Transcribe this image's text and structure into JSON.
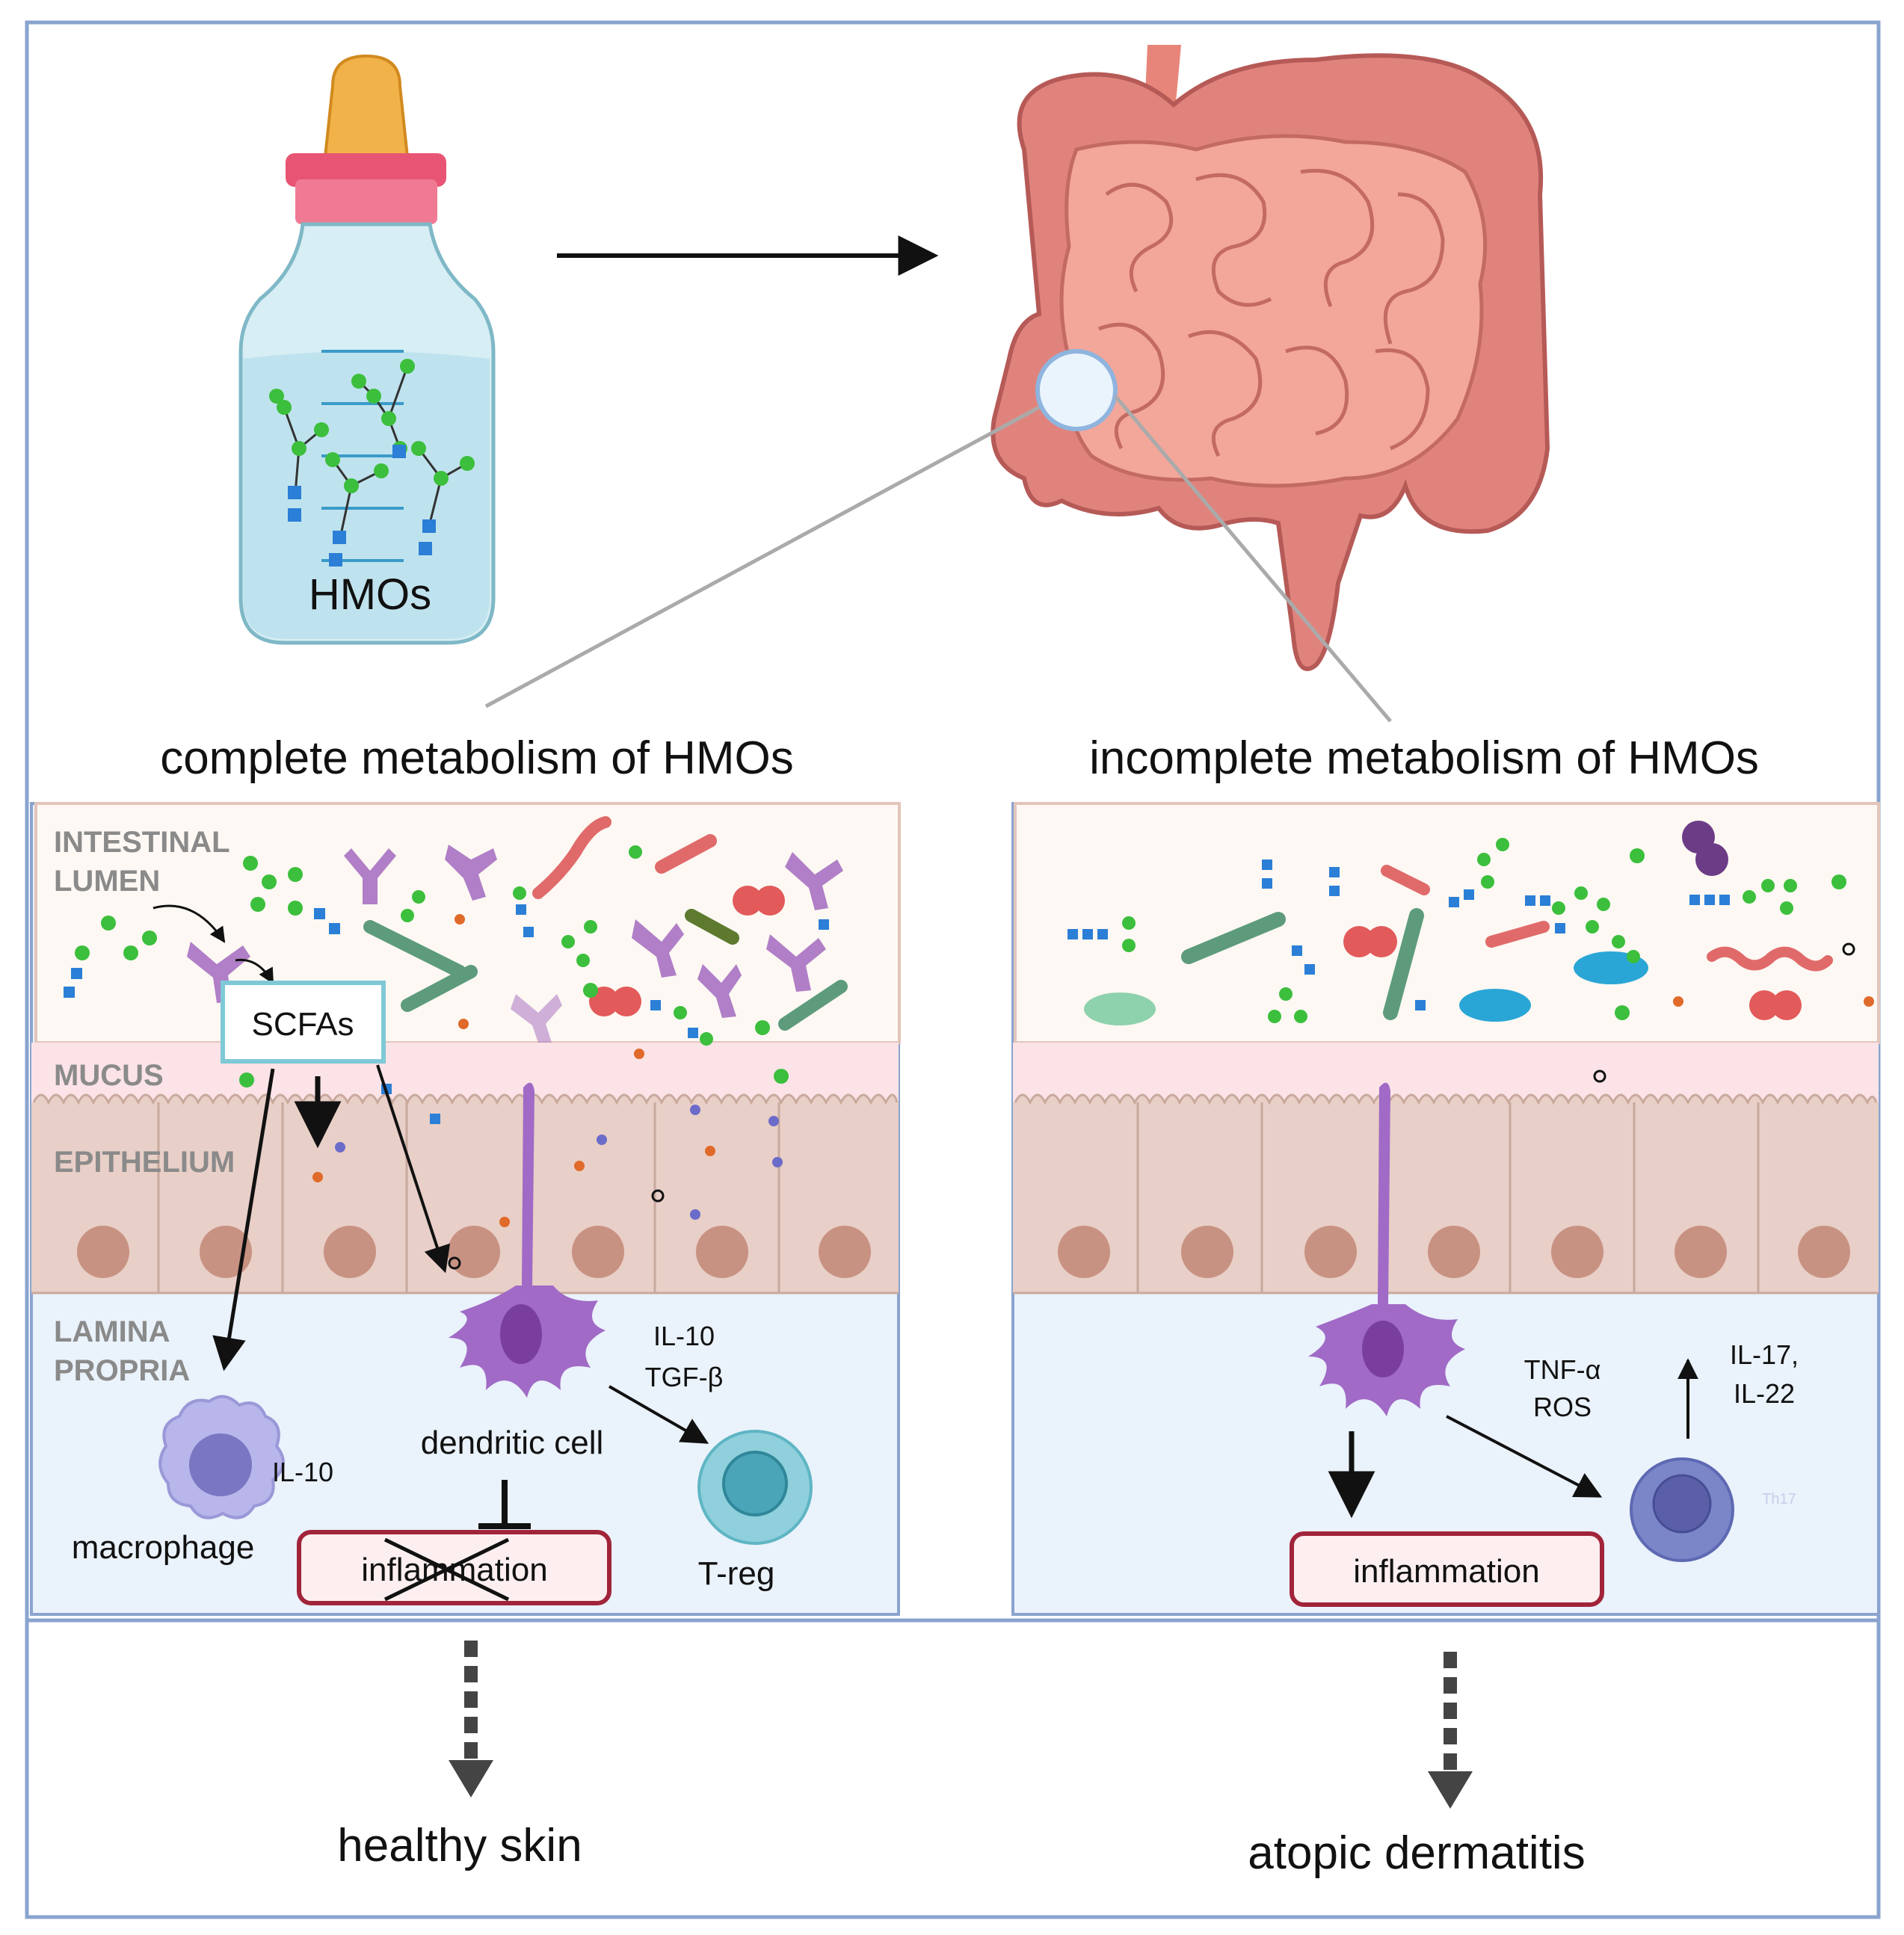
{
  "bottle": {
    "label": "HMOs"
  },
  "panels": {
    "left": {
      "title": "complete metabolism of HMOs",
      "layers": {
        "lumen_line1": "INTESTINAL",
        "lumen_line2": "LUMEN",
        "mucus": "MUCUS",
        "epithelium": "EPITHELIUM",
        "lamina_line1": "LAMINA",
        "lamina_line2": "PROPRIA"
      },
      "scfa_box": "SCFAs",
      "cells": {
        "dendritic": "dendritic cell",
        "macrophage": "macrophage",
        "treg": "T-reg"
      },
      "cytokines": {
        "macrophage": "IL-10",
        "dc_line1": "IL-10",
        "dc_line2": "TGF-β"
      },
      "inflammation": "inflammation",
      "outcome": "healthy skin"
    },
    "right": {
      "title": "incomplete metabolism of HMOs",
      "cytokines": {
        "dc_line1": "TNF-α",
        "dc_line2": "ROS",
        "th17_line1": "IL-17,",
        "th17_line2": "IL-22"
      },
      "th17_label": "Th17",
      "inflammation": "inflammation",
      "outcome": "atopic dermatitis"
    }
  },
  "colors": {
    "frame": "#8aa4cf",
    "lumen": "#fdf8f3",
    "mucus": "#fbe3e7",
    "epithelium": "#e8cfc7",
    "lamina": "#eaf2fb",
    "inflammation_border": "#a1243a"
  }
}
